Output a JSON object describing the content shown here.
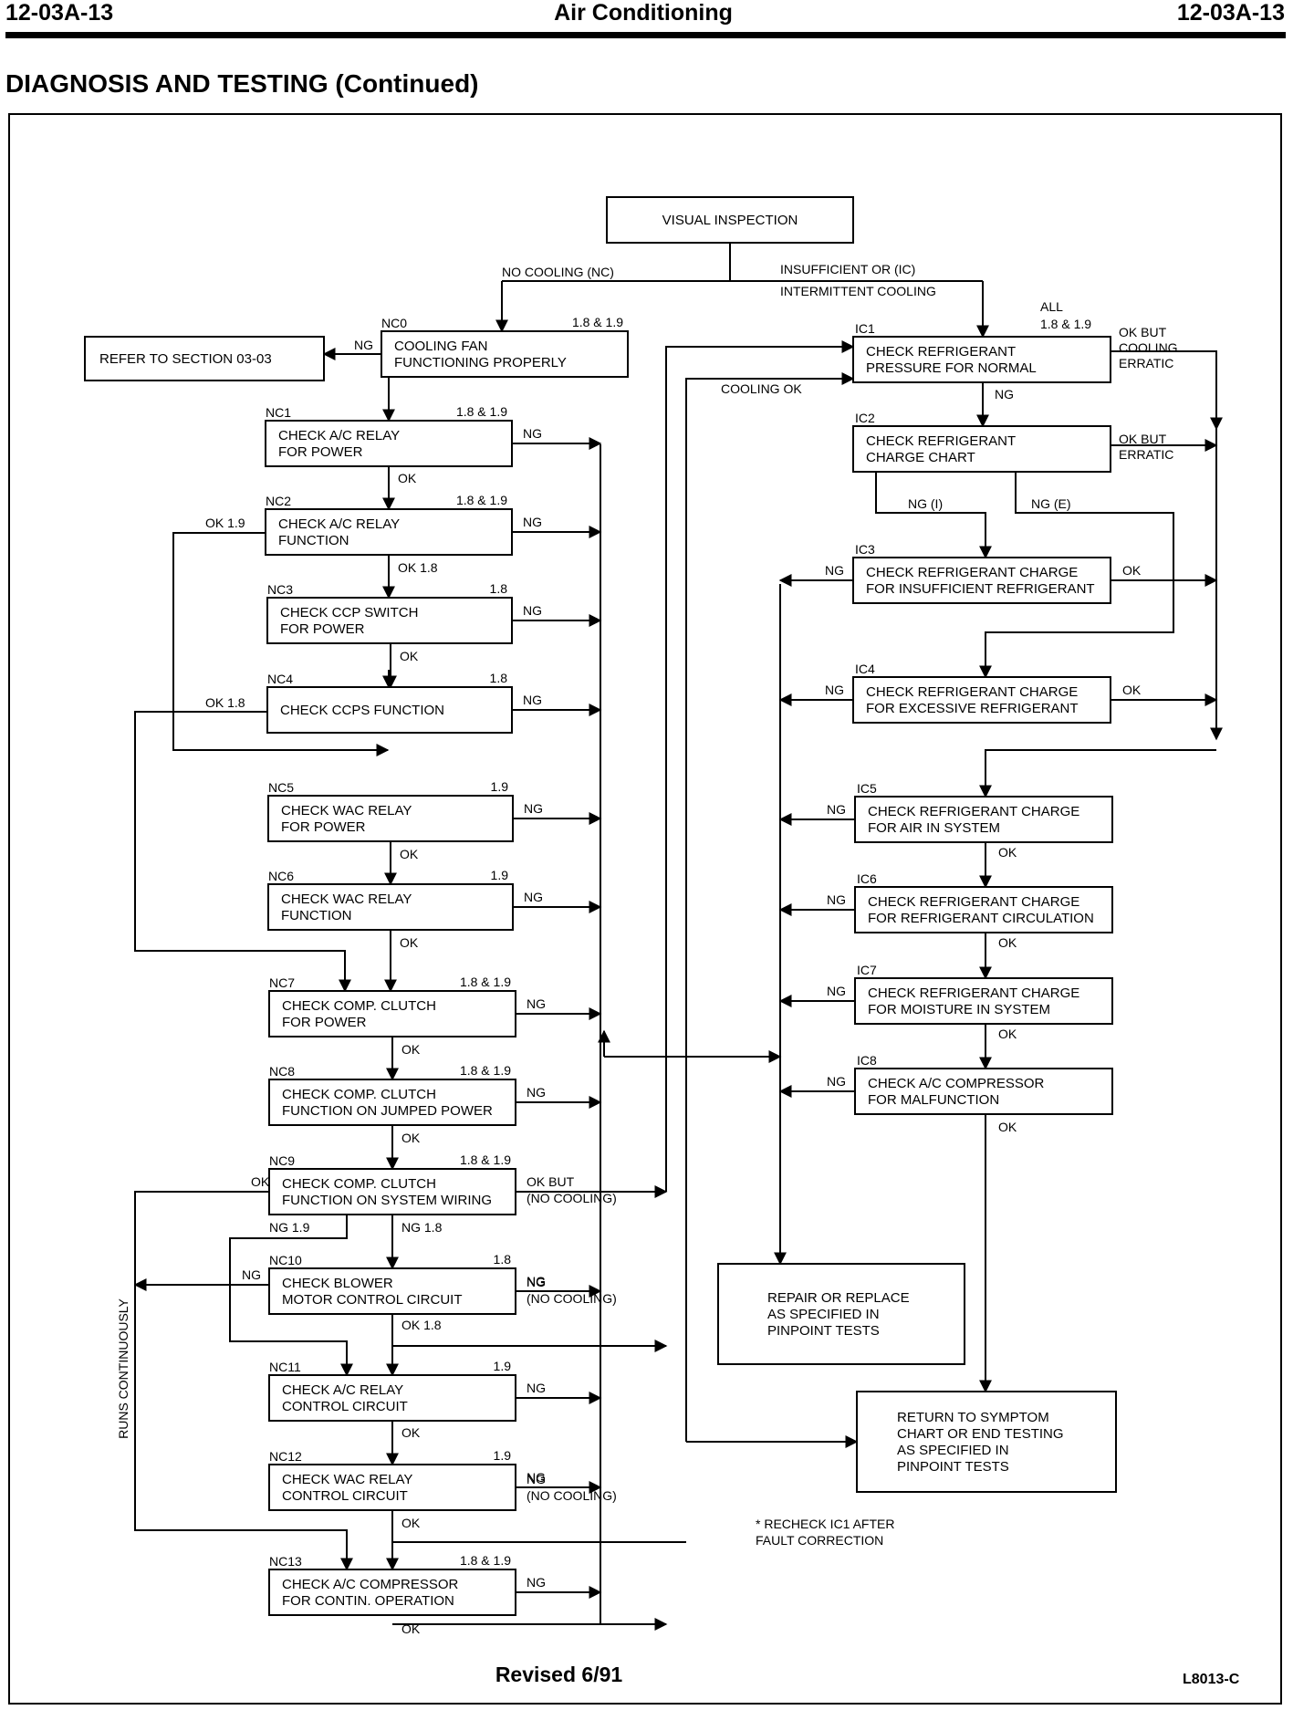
{
  "header": {
    "page_left": "12-03A-13",
    "title": "Air Conditioning",
    "page_right": "12-03A-13"
  },
  "section_title": "DIAGNOSIS AND TESTING (Continued)",
  "footer": {
    "revised": "Revised 6/91",
    "figure_code": "L8013-C"
  },
  "diagram": {
    "start": [
      "VISUAL INSPECTION"
    ],
    "branches": {
      "no_cooling": "NO COOLING (NC)",
      "insufficient_1": "INSUFFICIENT OR (IC)",
      "insufficient_2": "INTERMITTENT COOLING",
      "cooling_ok": "COOLING OK",
      "runs_continuously": "RUNS CONTINUOUSLY"
    },
    "refer": [
      "REFER TO SECTION 03-03"
    ],
    "nc_steps": [
      {
        "id": "NC0",
        "years": "1.8 & 1.9",
        "lines": [
          "COOLING FAN",
          "FUNCTIONING PROPERLY"
        ]
      },
      {
        "id": "NC1",
        "years": "1.8 & 1.9",
        "lines": [
          "CHECK A/C RELAY",
          "FOR POWER"
        ]
      },
      {
        "id": "NC2",
        "years": "1.8 & 1.9",
        "lines": [
          "CHECK A/C RELAY",
          "FUNCTION"
        ]
      },
      {
        "id": "NC3",
        "years": "1.8",
        "lines": [
          "CHECK CCP SWITCH",
          "FOR POWER"
        ]
      },
      {
        "id": "NC4",
        "years": "1.8",
        "lines": [
          "CHECK CCPS FUNCTION"
        ]
      },
      {
        "id": "NC5",
        "years": "1.9",
        "lines": [
          "CHECK WAC RELAY",
          "FOR POWER"
        ]
      },
      {
        "id": "NC6",
        "years": "1.9",
        "lines": [
          "CHECK WAC RELAY",
          "FUNCTION"
        ]
      },
      {
        "id": "NC7",
        "years": "1.8 & 1.9",
        "lines": [
          "CHECK COMP. CLUTCH",
          "FOR POWER"
        ]
      },
      {
        "id": "NC8",
        "years": "1.8 & 1.9",
        "lines": [
          "CHECK COMP. CLUTCH",
          "FUNCTION ON JUMPED POWER"
        ]
      },
      {
        "id": "NC9",
        "years": "1.8 & 1.9",
        "lines": [
          "CHECK COMP. CLUTCH",
          "FUNCTION ON SYSTEM WIRING"
        ]
      },
      {
        "id": "NC10",
        "years": "1.8",
        "lines": [
          "CHECK BLOWER",
          "MOTOR CONTROL CIRCUIT"
        ]
      },
      {
        "id": "NC11",
        "years": "1.9",
        "lines": [
          "CHECK A/C RELAY",
          "CONTROL CIRCUIT"
        ]
      },
      {
        "id": "NC12",
        "years": "1.9",
        "lines": [
          "CHECK WAC RELAY",
          "CONTROL CIRCUIT"
        ]
      },
      {
        "id": "NC13",
        "years": "1.8 & 1.9",
        "lines": [
          "CHECK A/C COMPRESSOR",
          "FOR CONTIN. OPERATION"
        ]
      }
    ],
    "ic_steps": [
      {
        "id": "IC1",
        "years": "1.8 & 1.9",
        "years_top": "ALL",
        "lines": [
          "CHECK REFRIGERANT",
          "PRESSURE FOR NORMAL"
        ]
      },
      {
        "id": "IC2",
        "lines": [
          "CHECK REFRIGERANT",
          "CHARGE CHART"
        ]
      },
      {
        "id": "IC3",
        "lines": [
          "CHECK REFRIGERANT CHARGE",
          "FOR INSUFFICIENT REFRIGERANT"
        ]
      },
      {
        "id": "IC4",
        "lines": [
          "CHECK REFRIGERANT CHARGE",
          "FOR EXCESSIVE REFRIGERANT"
        ]
      },
      {
        "id": "IC5",
        "lines": [
          "CHECK REFRIGERANT CHARGE",
          "FOR AIR IN SYSTEM"
        ]
      },
      {
        "id": "IC6",
        "lines": [
          "CHECK REFRIGERANT CHARGE",
          "FOR REFRIGERANT CIRCULATION"
        ]
      },
      {
        "id": "IC7",
        "lines": [
          "CHECK REFRIGERANT CHARGE",
          "FOR MOISTURE IN SYSTEM"
        ]
      },
      {
        "id": "IC8",
        "lines": [
          "CHECK A/C COMPRESSOR",
          "FOR MALFUNCTION"
        ]
      }
    ],
    "repair": [
      "REPAIR OR REPLACE",
      "AS SPECIFIED IN",
      "PINPOINT TESTS"
    ],
    "return": [
      "RETURN TO SYMPTOM",
      "CHART OR END TESTING",
      "AS SPECIFIED IN",
      "PINPOINT TESTS"
    ],
    "note": [
      "* RECHECK IC1 AFTER",
      "FAULT CORRECTION"
    ],
    "labels": {
      "ng": "NG",
      "ok": "OK",
      "ok_1_8": "OK 1.8",
      "ok_1_9": "OK 1.9",
      "ng_1_8": "NG 1.8",
      "ng_1_9": "NG 1.9",
      "ok_but": "OK BUT",
      "no_cooling_paren": "(NO COOLING)",
      "cooling": "COOLING",
      "erratic": "ERRATIC",
      "ng_i": "NG (I)",
      "ng_e": "NG (E)"
    }
  }
}
